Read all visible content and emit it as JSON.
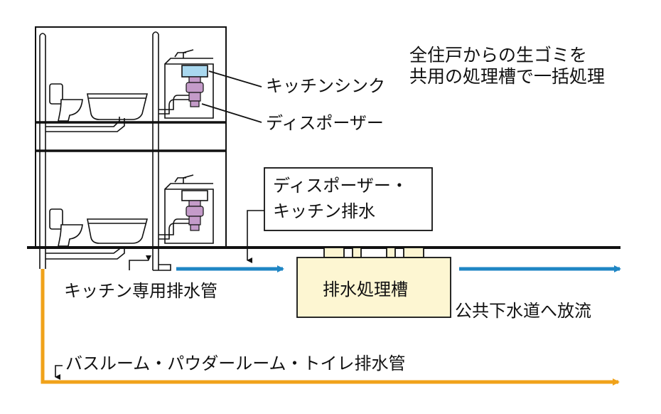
{
  "description_lines": [
    "全住戸からの生ゴミを",
    "共用の処理槽で一括処理"
  ],
  "labels": {
    "kitchen_sink": "キッチンシンク",
    "disposer": "ディスポーザー",
    "drain_box_line1": "ディスポーザー・",
    "drain_box_line2": "キッチン排水",
    "kitchen_pipe": "キッチン専用排水管",
    "treatment_tank": "排水処理槽",
    "public_sewer": "公共下水道へ放流",
    "bath_pipe": "バスルーム・パウダールーム・トイレ排水管"
  },
  "colors": {
    "line": "#111111",
    "kitchen_flow": "#1f86c4",
    "bath_flow": "#f0a21a",
    "tank_fill": "#fdf6d2",
    "sink_water": "#a9d8ef",
    "disposer_fill": "#c49bc9"
  }
}
